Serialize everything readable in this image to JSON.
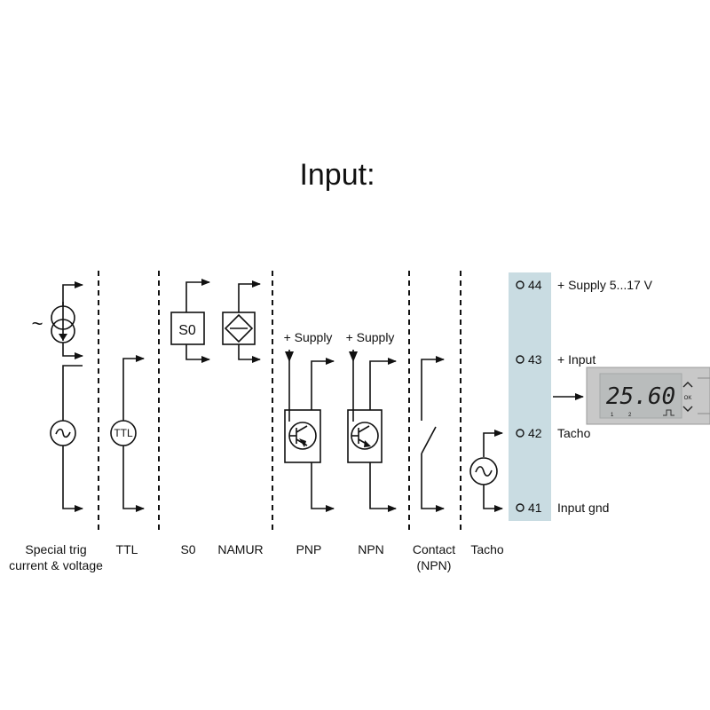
{
  "title": "Input:",
  "categories": {
    "special_trig": [
      "Special trig",
      "current & voltage"
    ],
    "ttl": "TTL",
    "s0": "S0",
    "namur": "NAMUR",
    "pnp": "PNP",
    "npn": "NPN",
    "contact": [
      "Contact",
      "(NPN)"
    ],
    "tacho": "Tacho"
  },
  "symbols": {
    "ttl_circle": "TTL",
    "s0_box": "S0",
    "tilde": "~",
    "pnp_supply": "+ Supply",
    "npn_supply": "+ Supply"
  },
  "terminals": [
    {
      "number": "44",
      "label": "+ Supply 5...17 V"
    },
    {
      "number": "43",
      "label": "+ Input"
    },
    {
      "number": "42",
      "label": "Tacho"
    },
    {
      "number": "41",
      "label": "Input gnd"
    }
  ],
  "display": {
    "value": "25.60",
    "ok_label": "OK",
    "index_1": "1",
    "index_2": "2"
  },
  "colors": {
    "terminal_strip": "#c9dce2",
    "display_bezel": "#c8c8c8",
    "display_screen": "#b9bcbc"
  },
  "icons": [
    "arrow-icon",
    "current-source-icon",
    "ac-source-icon",
    "namur-sensor-icon",
    "pnp-transistor-icon",
    "npn-transistor-icon",
    "switch-contact-icon",
    "pulse-icon"
  ]
}
